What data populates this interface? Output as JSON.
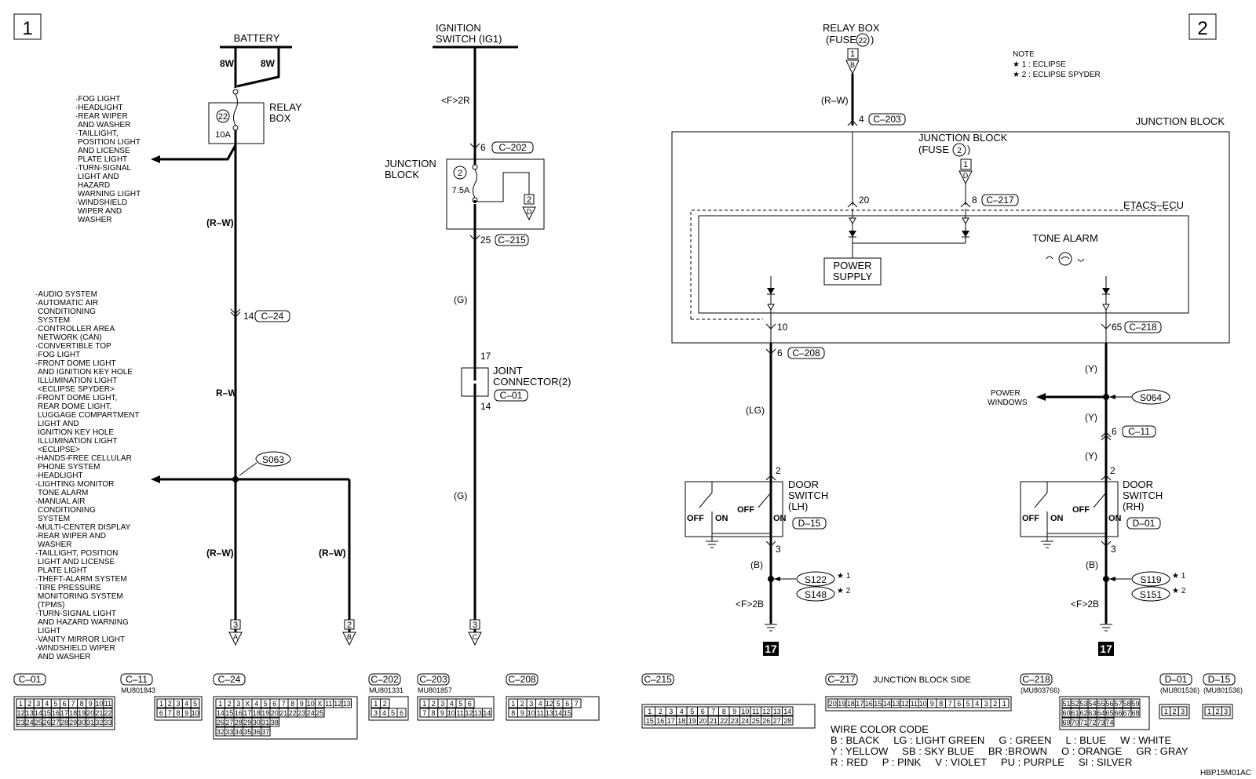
{
  "page": {
    "page1": "1",
    "page2": "2",
    "code": "HBP15M01AC"
  },
  "note": {
    "title": "NOTE",
    "n1": "★ 1 : ECLIPSE",
    "n2": "★ 2 : ECLIPSE SPYDER"
  },
  "battery": {
    "label": "BATTERY",
    "wire1": "8W",
    "wire2": "8W"
  },
  "relay_box1": {
    "label1": "RELAY",
    "label2": "BOX",
    "fuse": "22",
    "rating": "10A"
  },
  "left_list1": [
    "·FOG LIGHT",
    "·HEADLIGHT",
    "·REAR WIPER",
    "AND WASHER",
    "·TAILLIGHT,",
    "POSITION LIGHT",
    "AND LICENSE",
    "PLATE LIGHT",
    "·TURN-SIGNAL",
    "LIGHT AND",
    "HAZARD",
    "WARNING LIGHT",
    "·WINDSHIELD",
    "WIPER AND",
    "WASHER"
  ],
  "left_list2": [
    "·AUDIO SYSTEM",
    "·AUTOMATIC AIR",
    "CONDITIONING",
    "SYSTEM",
    "·CONTROLLER AREA",
    "NETWORK (CAN)",
    "·CONVERTIBLE TOP",
    "·FOG LIGHT",
    "·FRONT DOME LIGHT",
    "AND IGNITION KEY HOLE",
    "ILLUMINATION LIGHT",
    "<ECLIPSE SPYDER>",
    "·FRONT DOME LIGHT,",
    "REAR DOME LIGHT,",
    "LUGGAGE COMPARTMENT",
    "LIGHT AND",
    "IGNITION KEY HOLE",
    "ILLUMINATION LIGHT",
    "<ECLIPSE>",
    "·HANDS-FREE CELLULAR",
    "PHONE SYSTEM",
    "·HEADLIGHT",
    "·LIGHTING MONITOR",
    "TONE ALARM",
    "·MANUAL AIR",
    "CONDITIONING",
    "SYSTEM",
    "·MULTI-CENTER DISPLAY",
    "·REAR WIPER AND",
    "WASHER",
    "·TAILLIGHT, POSITION",
    "LIGHT AND LICENSE",
    "PLATE LIGHT",
    "·THEFT-ALARM SYSTEM",
    "·TIRE PRESSURE",
    "MONITORING SYSTEM",
    "(TPMS)",
    "·TURN-SIGNAL LIGHT",
    "AND HAZARD WARNING",
    "LIGHT",
    "·VANITY MIRROR LIGHT",
    "·WINDSHIELD WIPER",
    "AND WASHER"
  ],
  "col1": {
    "rw1": "(R–W)",
    "pin14": "14",
    "conn_c24": "C–24",
    "rw2": "R–W",
    "splice": "S063",
    "rw3": "(R–W)",
    "rw4": "(R–W)",
    "out1_num": "3",
    "out1_letter": "A",
    "out2_num": "2",
    "out2_letter": "B"
  },
  "ignition": {
    "label1": "IGNITION",
    "label2": "SWITCH (IG1)",
    "ref": "<F>2R"
  },
  "jb1": {
    "label1": "JUNCTION",
    "label2": "BLOCK",
    "fuse": "2",
    "rating": "7.5A",
    "pin6": "6",
    "conn_c202": "C–202",
    "pin25": "25",
    "conn_c215": "C–215",
    "out_num": "2",
    "out_letter": "D"
  },
  "col2": {
    "g1": "(G)",
    "pin17": "17",
    "jc1": "JOINT",
    "jc2": "CONNECTOR(2)",
    "conn_c01": "C–01",
    "pin14": "14",
    "g2": "(G)",
    "out_num": "3",
    "out_letter": "C"
  },
  "relay_box2": {
    "label1": "RELAY BOX",
    "label2": "(FUSE",
    "fuse": "22",
    "in_num": "1",
    "in_letter": "B",
    "rw": "(R–W)",
    "pin4": "4",
    "conn_c203": "C–203"
  },
  "junction_block": {
    "label": "JUNCTION BLOCK",
    "sub1": "JUNCTION BLOCK",
    "sub2": "(FUSE",
    "fuse": "2",
    "in_num": "1",
    "in_letter": "D",
    "pin20": "20",
    "pin8": "8",
    "conn_c217": "C–217"
  },
  "ecu": {
    "label": "ETACS–ECU",
    "power1": "POWER",
    "power2": "SUPPLY",
    "tone": "TONE ALARM",
    "pin10": "10",
    "pin65": "65",
    "conn_c218": "C–218"
  },
  "lh": {
    "pin6": "6",
    "conn_c208": "C–208",
    "lg": "(LG)",
    "pin2": "2",
    "sw1": "DOOR",
    "sw2": "SWITCH",
    "sw3": "(LH)",
    "conn": "D–15",
    "off1": "OFF",
    "off2": "OFF",
    "on1": "ON",
    "on2": "ON",
    "pin3": "3",
    "b": "(B)",
    "ref": "<F>2B",
    "s1": "S122",
    "s2": "S148",
    "star1": "★ 1",
    "star2": "★ 2",
    "ground": "17"
  },
  "rh": {
    "y1": "(Y)",
    "pw1": "POWER",
    "pw2": "WINDOWS",
    "splice": "S064",
    "y2": "(Y)",
    "pin6": "6",
    "conn_c11": "C–11",
    "y3": "(Y)",
    "pin2": "2",
    "sw1": "DOOR",
    "sw2": "SWITCH",
    "sw3": "(RH)",
    "conn": "D–01",
    "off1": "OFF",
    "off2": "OFF",
    "on1": "ON",
    "on2": "ON",
    "pin3": "3",
    "b": "(B)",
    "ref": "<F>2B",
    "s1": "S119",
    "s2": "S151",
    "star1": "★ 1",
    "star2": "★ 2",
    "ground": "17"
  },
  "connectors": [
    {
      "name": "C–01",
      "part": "",
      "rows": [
        [
          "1",
          "2",
          "3",
          "4",
          "5",
          "6",
          "7",
          "8",
          "9",
          "10",
          "11"
        ],
        [
          "12",
          "13",
          "14",
          "15",
          "16",
          "17",
          "18",
          "19",
          "20",
          "21",
          "22"
        ],
        [
          "23",
          "24",
          "25",
          "26",
          "27",
          "28",
          "29",
          "30",
          "31",
          "32",
          "33"
        ]
      ]
    },
    {
      "name": "C–11",
      "part": "MU801843",
      "rows": [
        [
          "1",
          "2",
          "3",
          "4",
          "5"
        ],
        [
          "6",
          "7",
          "8",
          "9",
          "10"
        ]
      ]
    },
    {
      "name": "C–24",
      "part": "",
      "rows": [
        [
          "1",
          "2",
          "3",
          "X",
          "4",
          "5",
          "6",
          "7",
          "8",
          "9",
          "10",
          "X",
          "11",
          "12",
          "13"
        ],
        [
          "14",
          "15",
          "16",
          "17",
          "18",
          "19",
          "20",
          "21",
          "22",
          "23",
          "24",
          "25"
        ],
        [
          "26",
          "27",
          "28",
          "29",
          "30",
          "31",
          "38"
        ],
        [
          "32",
          "33",
          "34",
          "35",
          "36",
          "37"
        ]
      ]
    },
    {
      "name": "C–202",
      "part": "MU801331",
      "rows": [
        [
          "1",
          "2"
        ],
        [
          "3",
          "4",
          "5",
          "6"
        ]
      ]
    },
    {
      "name": "C–203",
      "part": "MU801857",
      "rows": [
        [
          "1",
          "2",
          "3",
          "4",
          "5",
          "6"
        ],
        [
          "7",
          "8",
          "9",
          "10",
          "11",
          "12",
          "13",
          "14"
        ]
      ]
    },
    {
      "name": "C–208",
      "part": "",
      "rows": [
        [
          "1",
          "2",
          "3",
          "4",
          "12",
          "5",
          "6",
          "7"
        ],
        [
          "8",
          "9",
          "10",
          "11",
          "13",
          "14",
          "15"
        ]
      ]
    },
    {
      "name": "C–215",
      "part": "",
      "rows": [
        [
          "1",
          "2",
          "3",
          "4",
          "5",
          "6",
          "7",
          "8",
          "9",
          "10",
          "11",
          "12",
          "13",
          "14"
        ],
        [
          "15",
          "16",
          "17",
          "18",
          "19",
          "20",
          "21",
          "22",
          "23",
          "24",
          "25",
          "26",
          "27",
          "28"
        ]
      ]
    },
    {
      "name": "C–217",
      "part": "JUNCTION BLOCK SIDE",
      "rows": [
        [
          "20",
          "19",
          "18",
          "17",
          "16",
          "15",
          "14",
          "13",
          "12",
          "11",
          "10",
          "9",
          "8",
          "7",
          "6",
          "5",
          "4",
          "3",
          "2",
          "1"
        ]
      ]
    },
    {
      "name": "C–218",
      "part": "(MU803766)",
      "rows": [
        [
          "51",
          "52",
          "53",
          "54",
          "55",
          "56",
          "57",
          "58",
          "59"
        ],
        [
          "60",
          "61",
          "62",
          "63",
          "64",
          "65",
          "66",
          "67",
          "68"
        ],
        [
          "69",
          "70",
          "71",
          "72",
          "73",
          "74"
        ]
      ]
    },
    {
      "name": "D–01",
      "part": "(MU801536)",
      "rows": [
        [
          "1",
          "2",
          "3"
        ]
      ]
    },
    {
      "name": "D–15",
      "part": "(MU801536)",
      "rows": [
        [
          "1",
          "2",
          "3"
        ]
      ]
    }
  ],
  "wire_code": {
    "title": "WIRE COLOR CODE",
    "line1": "B : BLACK     LG : LIGHT GREEN     G : GREEN     L : BLUE     W : WHITE",
    "line2": "Y : YELLOW     SB : SKY BLUE     BR :BROWN     O : ORANGE     GR : GRAY",
    "line3": "R : RED     P : PINK     V : VIOLET     PU : PURPLE     SI : SILVER"
  }
}
